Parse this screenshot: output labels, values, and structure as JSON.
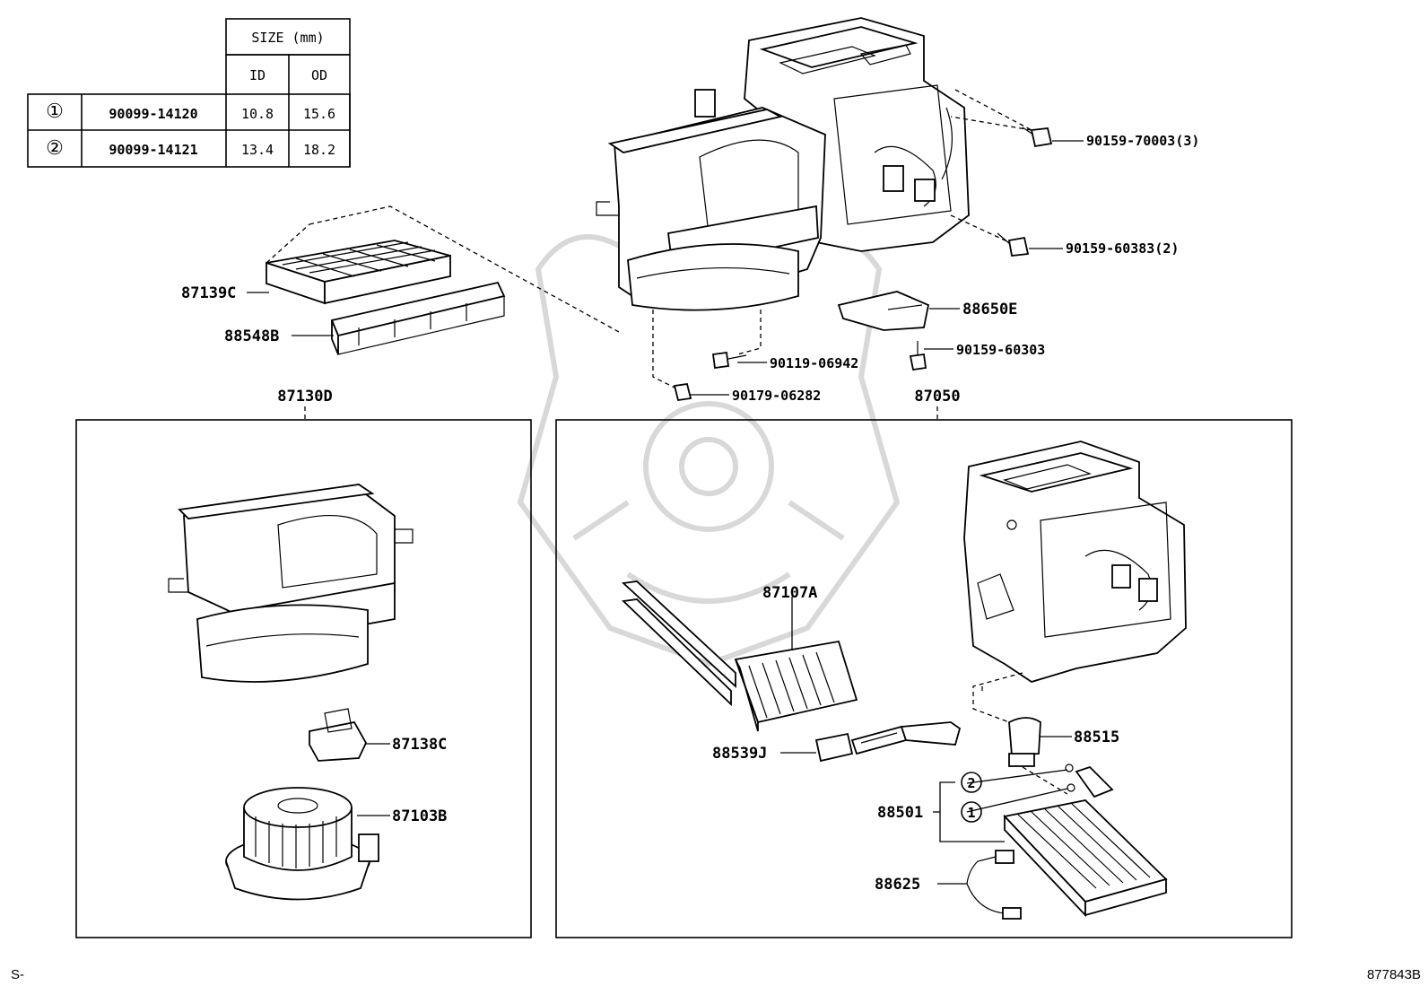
{
  "size_table": {
    "header": "SIZE (mm)",
    "col_id": "ID",
    "col_od": "OD",
    "rows": [
      {
        "key": "①",
        "part": "90099-14120",
        "id": "10.8",
        "od": "15.6"
      },
      {
        "key": "②",
        "part": "90099-14121",
        "id": "13.4",
        "od": "18.2"
      }
    ]
  },
  "labels": {
    "p90159_70003": "90159-70003(3)",
    "p90159_60383": "90159-60383(2)",
    "p87139C": "87139C",
    "p88548B": "88548B",
    "p88650E": "88650E",
    "p90159_60303": "90159-60303",
    "p90119_06942": "90119-06942",
    "p90179_06282": "90179-06282",
    "p87130D": "87130D",
    "p87050": "87050",
    "p87107A": "87107A",
    "p87138C": "87138C",
    "p87103B": "87103B",
    "p88539J": "88539J",
    "p88515": "88515",
    "p88501": "88501",
    "p88625": "88625",
    "callout_1": "1",
    "callout_2": "2"
  },
  "footer": {
    "left": "S-",
    "right": "877843B"
  }
}
